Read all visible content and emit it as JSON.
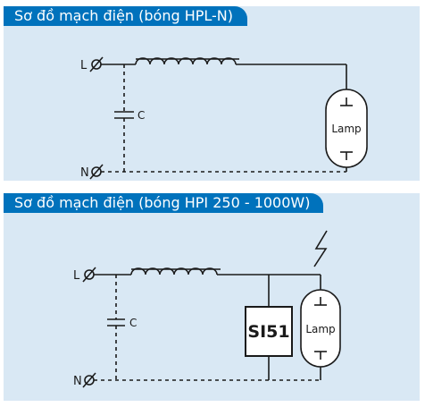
{
  "diagram1": {
    "title": "Sơ đồ mạch điện (bóng HPL-N)",
    "terminal_l": "L",
    "terminal_n": "N",
    "capacitor": "C",
    "lamp": "Lamp"
  },
  "diagram2": {
    "title": "Sơ đồ mạch điện (bóng HPI 250 - 1000W)",
    "terminal_l": "L",
    "terminal_n": "N",
    "capacitor": "C",
    "lamp": "Lamp",
    "ignitor": "SI51",
    "lightning_icon": "lightning-bolt"
  },
  "colors": {
    "panel_bg": "#d9e8f4",
    "title_bg": "#0072bc",
    "title_text": "#ffffff",
    "lamp_fill": "#ffffff",
    "line": "#1a1a1a"
  }
}
